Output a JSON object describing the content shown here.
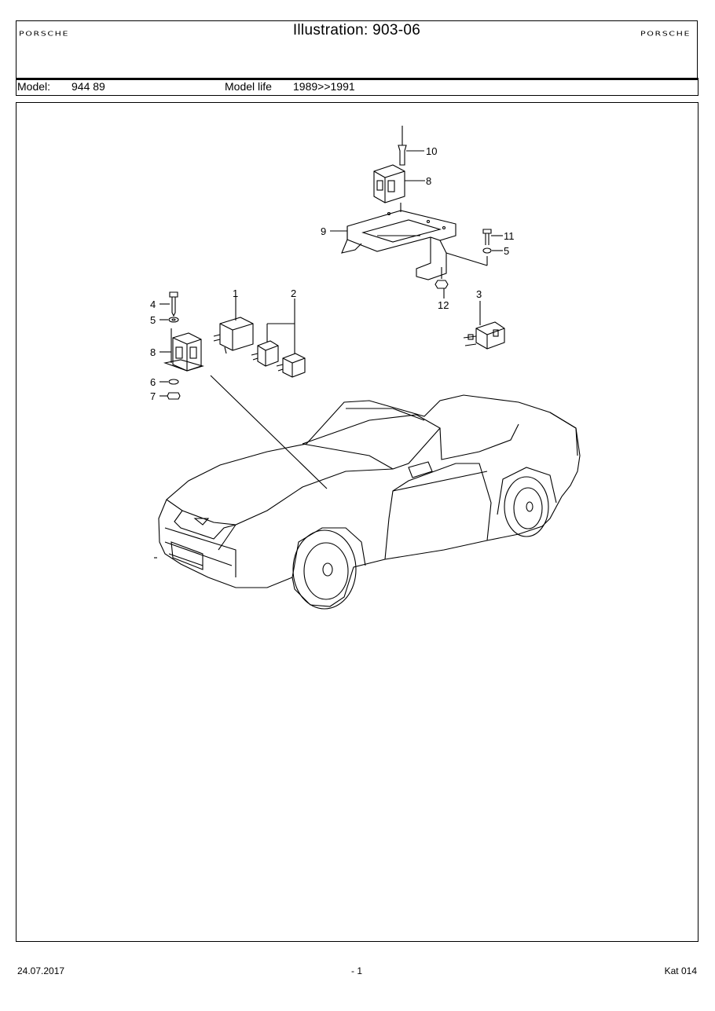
{
  "header": {
    "brand_left": "PORSCHE",
    "brand_right": "PORSCHE",
    "title": "Illustration: 903-06",
    "model_label": "Model:",
    "model_value": "944 89",
    "model_life_label": "Model life",
    "model_life_value": "1989>>1991"
  },
  "diagram": {
    "callouts": [
      "1",
      "2",
      "3",
      "4",
      "5",
      "8",
      "6",
      "7",
      "9",
      "10",
      "8",
      "11",
      "5",
      "12"
    ]
  },
  "footer": {
    "date": "24.07.2017",
    "page": "- 1",
    "catalog": "Kat 014"
  }
}
